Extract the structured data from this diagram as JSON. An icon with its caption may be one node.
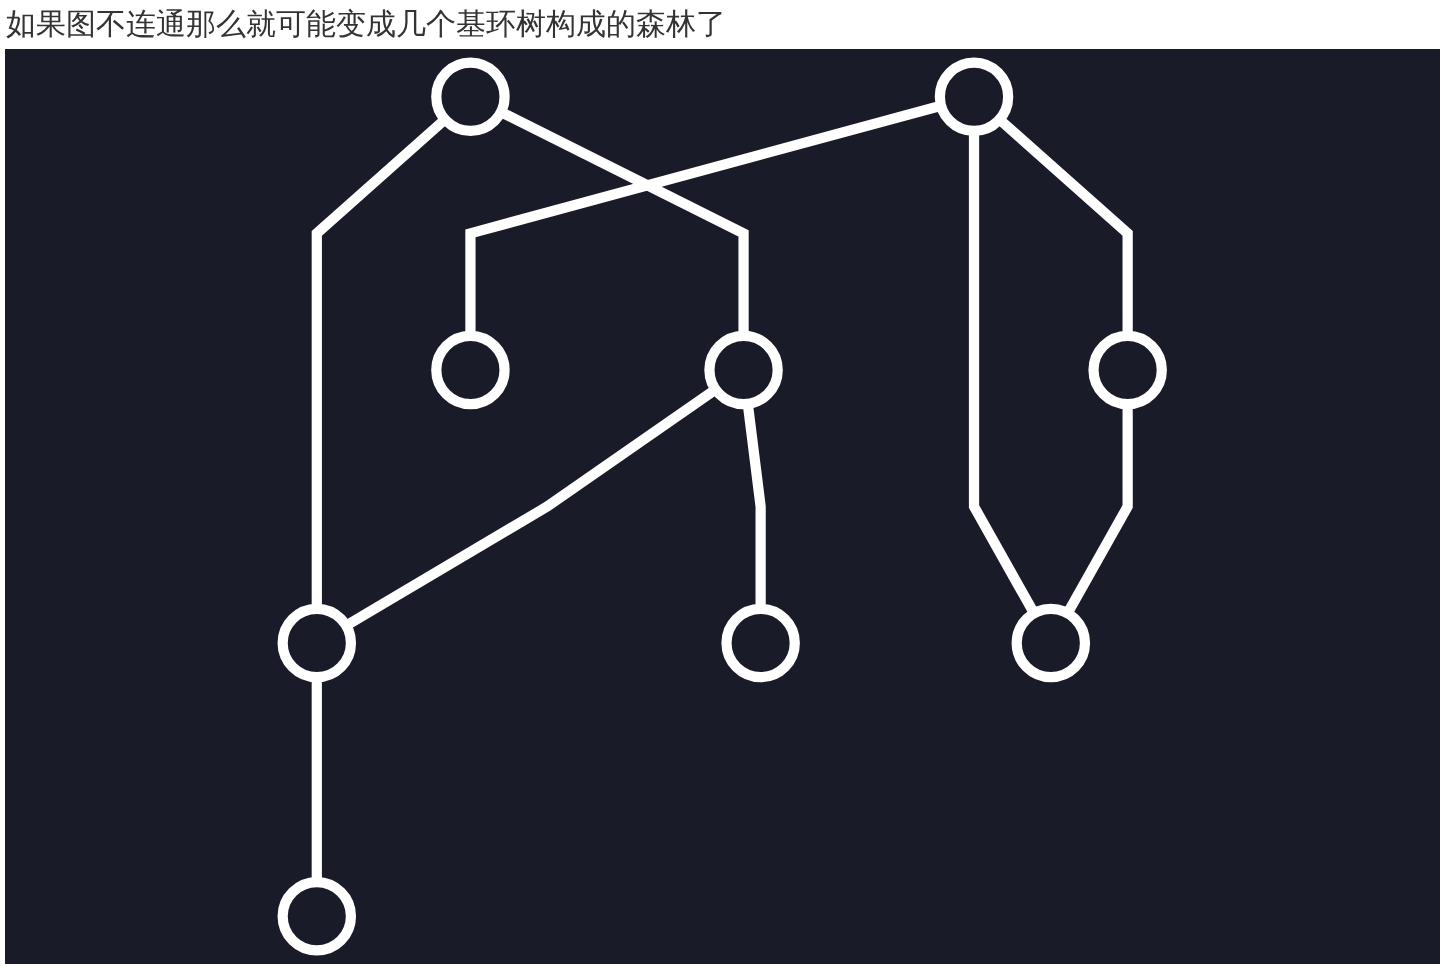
{
  "diagram": {
    "title": "如果图不连通那么就可能变成几个基环树构成的森林了",
    "nodes": [
      {
        "text": [],
        "shape": "circle"
      },
      {
        "text": [],
        "shape": "circle"
      },
      {
        "text": [],
        "shape": "circle"
      },
      {
        "text": [],
        "shape": "circle"
      },
      {
        "text": [],
        "shape": "circle"
      },
      {
        "text": [],
        "shape": "circle"
      },
      {
        "text": [],
        "shape": "circle"
      },
      {
        "text": [],
        "shape": "circle"
      },
      {
        "text": [],
        "shape": "circle"
      }
    ],
    "edges": [
      {
        "from": 0,
        "to": 1,
        "arrow": "none"
      },
      {
        "from": 0,
        "to": 2,
        "arrow": "none"
      },
      {
        "from": 1,
        "to": 2,
        "arrow": "none"
      },
      {
        "from": 1,
        "to": 4,
        "arrow": "none"
      },
      {
        "from": 2,
        "to": 5,
        "arrow": "none"
      },
      {
        "from": 3,
        "to": 8,
        "arrow": "none"
      },
      {
        "from": 3,
        "to": 6,
        "arrow": "none"
      },
      {
        "from": 3,
        "to": 7,
        "arrow": "none"
      },
      {
        "from": 7,
        "to": 8,
        "arrow": "none"
      }
    ]
  }
}
